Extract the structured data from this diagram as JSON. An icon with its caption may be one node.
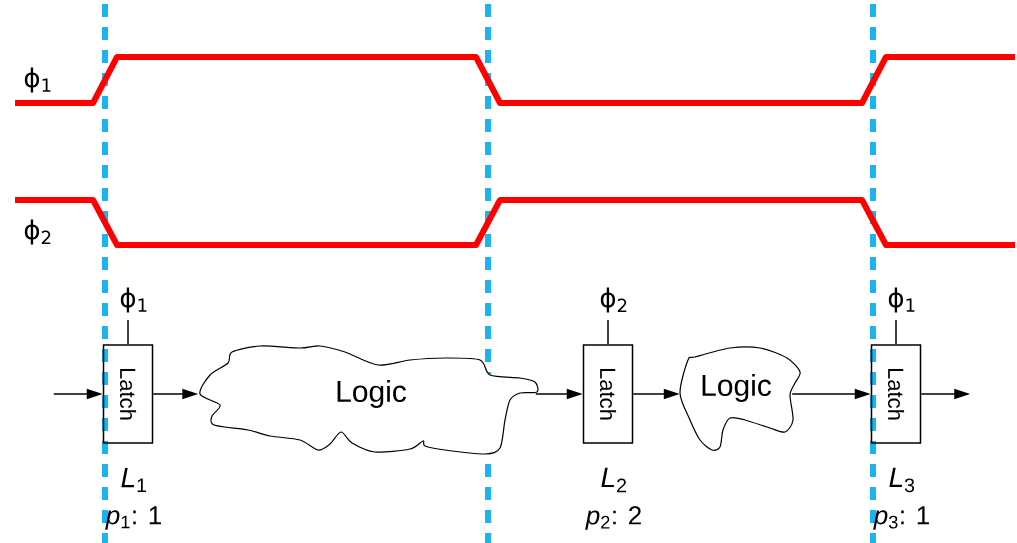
{
  "diagram": {
    "nodes": [
      {
        "text": [
          "Latch"
        ],
        "beside": [
          "ϕ$_{1}$",
          "*L*$_{1}$",
          "*p*$_{1}$: 1"
        ]
      },
      {
        "text": [
          "Logic"
        ]
      },
      {
        "text": [
          "Latch"
        ],
        "beside": [
          "ϕ$_{2}$",
          "*L*$_{2}$",
          "*p*$_{2}$: 2"
        ]
      },
      {
        "text": [
          "Logic"
        ]
      },
      {
        "text": [
          "Latch"
        ],
        "beside": [
          "ϕ$_{1}$",
          "*L*$_{3}$",
          "*p*$_{3}$: 1"
        ]
      }
    ],
    "edges": [
      {
        "from": null,
        "to": 0,
        "arrow": "to"
      },
      {
        "from": 0,
        "to": 1,
        "arrow": "to"
      },
      {
        "from": 1,
        "to": 2,
        "arrow": "to"
      },
      {
        "from": 2,
        "to": 3,
        "arrow": "to"
      },
      {
        "from": 3,
        "to": 4,
        "arrow": "to"
      },
      {
        "from": 4,
        "to": null,
        "arrow": "to"
      }
    ],
    "labels": [
      "ϕ$_{1}$",
      "ϕ$_{2}$"
    ]
  }
}
